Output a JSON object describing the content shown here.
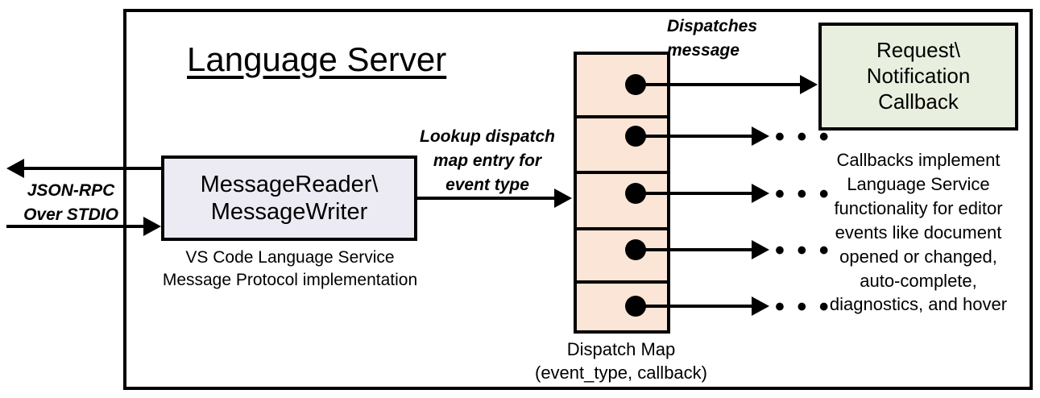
{
  "diagram": {
    "title": "Language Server",
    "frame_label": "language-server-boundary"
  },
  "external_io": {
    "label": "JSON-RPC\nOver STDIO",
    "outbound_arrow": "arrow-left",
    "inbound_arrow": "arrow-right"
  },
  "message_node": {
    "title": "MessageReader\\\nMessageWriter",
    "caption": "VS Code Language Service\nMessage Protocol implementation",
    "fill": "#eceaf2"
  },
  "lookup_edge": {
    "label": "Lookup dispatch\nmap entry for\nevent type"
  },
  "dispatch_map": {
    "caption": "Dispatch Map\n(event_type, callback)",
    "fill": "#fbe5d6",
    "row_count": 5,
    "rows": [
      {
        "index": 1,
        "marker": "callback-dot",
        "target": "callback-box"
      },
      {
        "index": 2,
        "marker": "callback-dot",
        "target": "ellipsis"
      },
      {
        "index": 3,
        "marker": "callback-dot",
        "target": "ellipsis"
      },
      {
        "index": 4,
        "marker": "callback-dot",
        "target": "ellipsis"
      },
      {
        "index": 5,
        "marker": "callback-dot",
        "target": "ellipsis"
      }
    ],
    "ellipsis_glyph": "• • •"
  },
  "dispatch_edge": {
    "label": "Dispatches\nmessage"
  },
  "callback_node": {
    "title": "Request\\\nNotification\nCallback",
    "caption": "Callbacks implement\nLanguage Service\nfunctionality for editor\nevents like document\nopened or changed,\nauto-complete,\ndiagnostics, and hover",
    "fill": "#e8efdf"
  },
  "colors": {
    "stroke": "#000000",
    "background": "#ffffff",
    "message_fill": "#eceaf2",
    "map_fill": "#fbe5d6",
    "callback_fill": "#e8efdf"
  }
}
